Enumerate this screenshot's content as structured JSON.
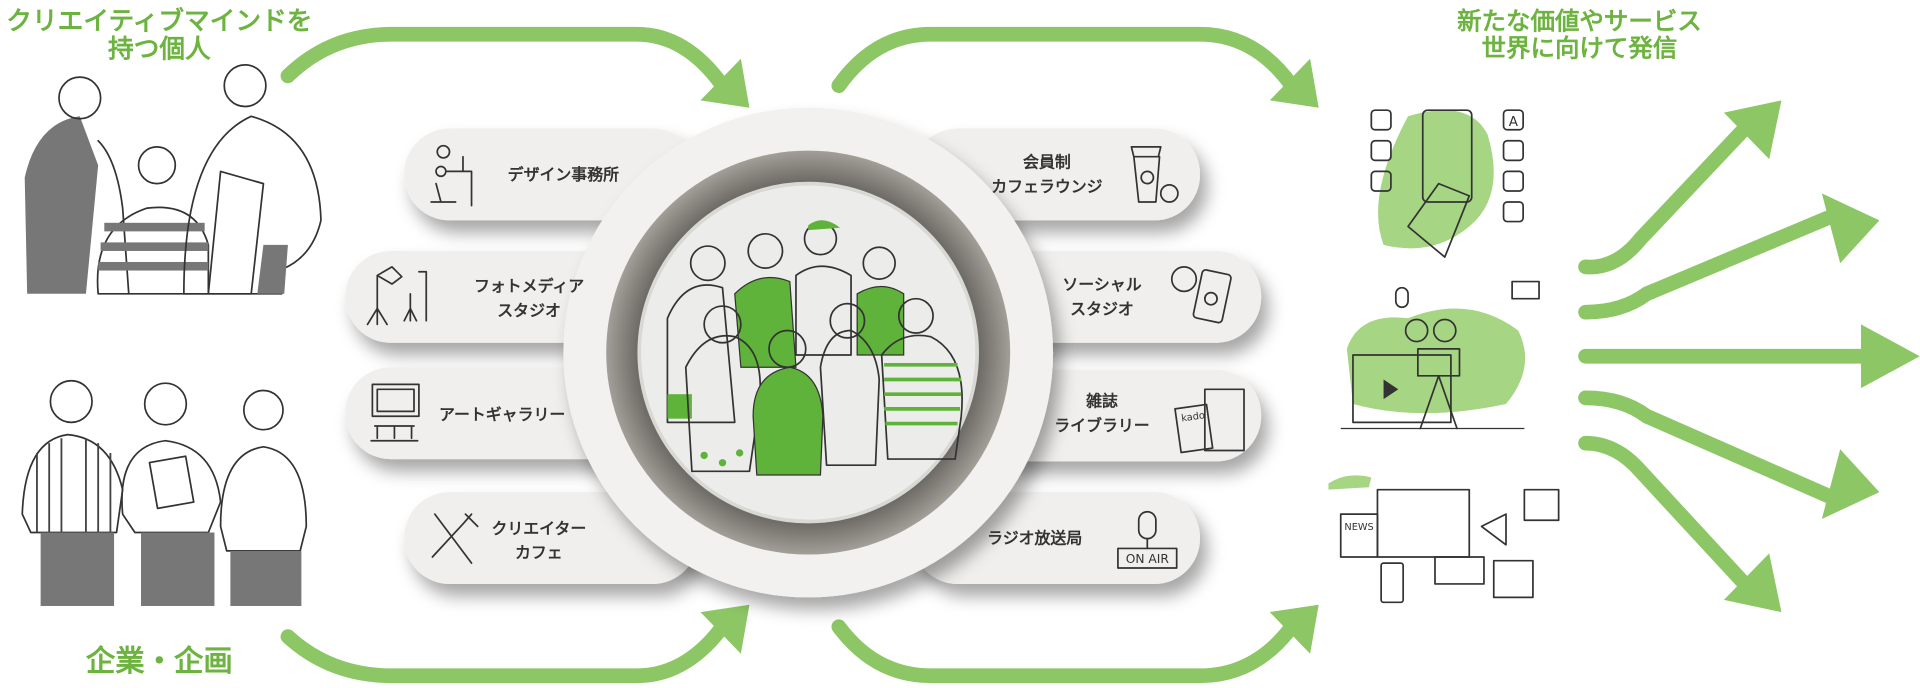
{
  "titles": {
    "individuals_line1": "クリエイティブマインドを",
    "individuals_line2": "持つ個人",
    "companies": "企業・企画",
    "output_line1": "新たな価値やサービス",
    "output_line2": "世界に向けて発信"
  },
  "left_facilities": [
    {
      "lines": [
        "デザイン事務所"
      ],
      "icon": "designer-desk-icon"
    },
    {
      "lines": [
        "フォトメディア",
        "スタジオ"
      ],
      "icon": "photo-studio-icon"
    },
    {
      "lines": [
        "アートギャラリー"
      ],
      "icon": "art-gallery-icon"
    },
    {
      "lines": [
        "クリエイター",
        "カフェ"
      ],
      "icon": "knife-fork-icon"
    }
  ],
  "right_facilities": [
    {
      "lines": [
        "会員制",
        "カフェラウンジ"
      ],
      "icon": "coffee-cup-icon"
    },
    {
      "lines": [
        "ソーシャル",
        "スタジオ"
      ],
      "icon": "smartphone-social-icon"
    },
    {
      "lines": [
        "雑誌",
        "ライブラリー"
      ],
      "icon": "magazine-icon",
      "icon_text": "kado"
    },
    {
      "lines": [
        "ラジオ放送局"
      ],
      "icon": "on-air-microphone-icon",
      "icon_text": "ON AIR"
    }
  ],
  "illustrations": {
    "media_news_label": "NEWS",
    "app_icon_letter": "A"
  },
  "colors": {
    "accent_green": "#8cc665",
    "title_green": "#6db33f",
    "pill_bg": "#f0efed"
  }
}
